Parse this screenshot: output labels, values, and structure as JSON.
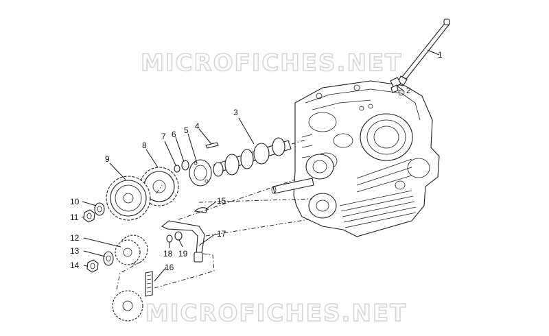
{
  "watermark": {
    "text": "MICROFICHES.NET"
  },
  "callouts": [
    {
      "id": "1",
      "text": "1"
    },
    {
      "id": "2",
      "text": "2"
    },
    {
      "id": "3",
      "text": "3"
    },
    {
      "id": "4",
      "text": "4"
    },
    {
      "id": "5",
      "text": "5"
    },
    {
      "id": "6",
      "text": "6"
    },
    {
      "id": "7",
      "text": "7"
    },
    {
      "id": "8",
      "text": "8"
    },
    {
      "id": "9",
      "text": "9"
    },
    {
      "id": "10",
      "text": "10"
    },
    {
      "id": "11",
      "text": "11"
    },
    {
      "id": "12",
      "text": "12"
    },
    {
      "id": "13",
      "text": "13"
    },
    {
      "id": "14",
      "text": "14"
    },
    {
      "id": "15",
      "text": "15"
    },
    {
      "id": "16",
      "text": "16"
    },
    {
      "id": "17",
      "text": "17"
    },
    {
      "id": "18",
      "text": "18"
    },
    {
      "id": "19",
      "text": "19"
    }
  ]
}
